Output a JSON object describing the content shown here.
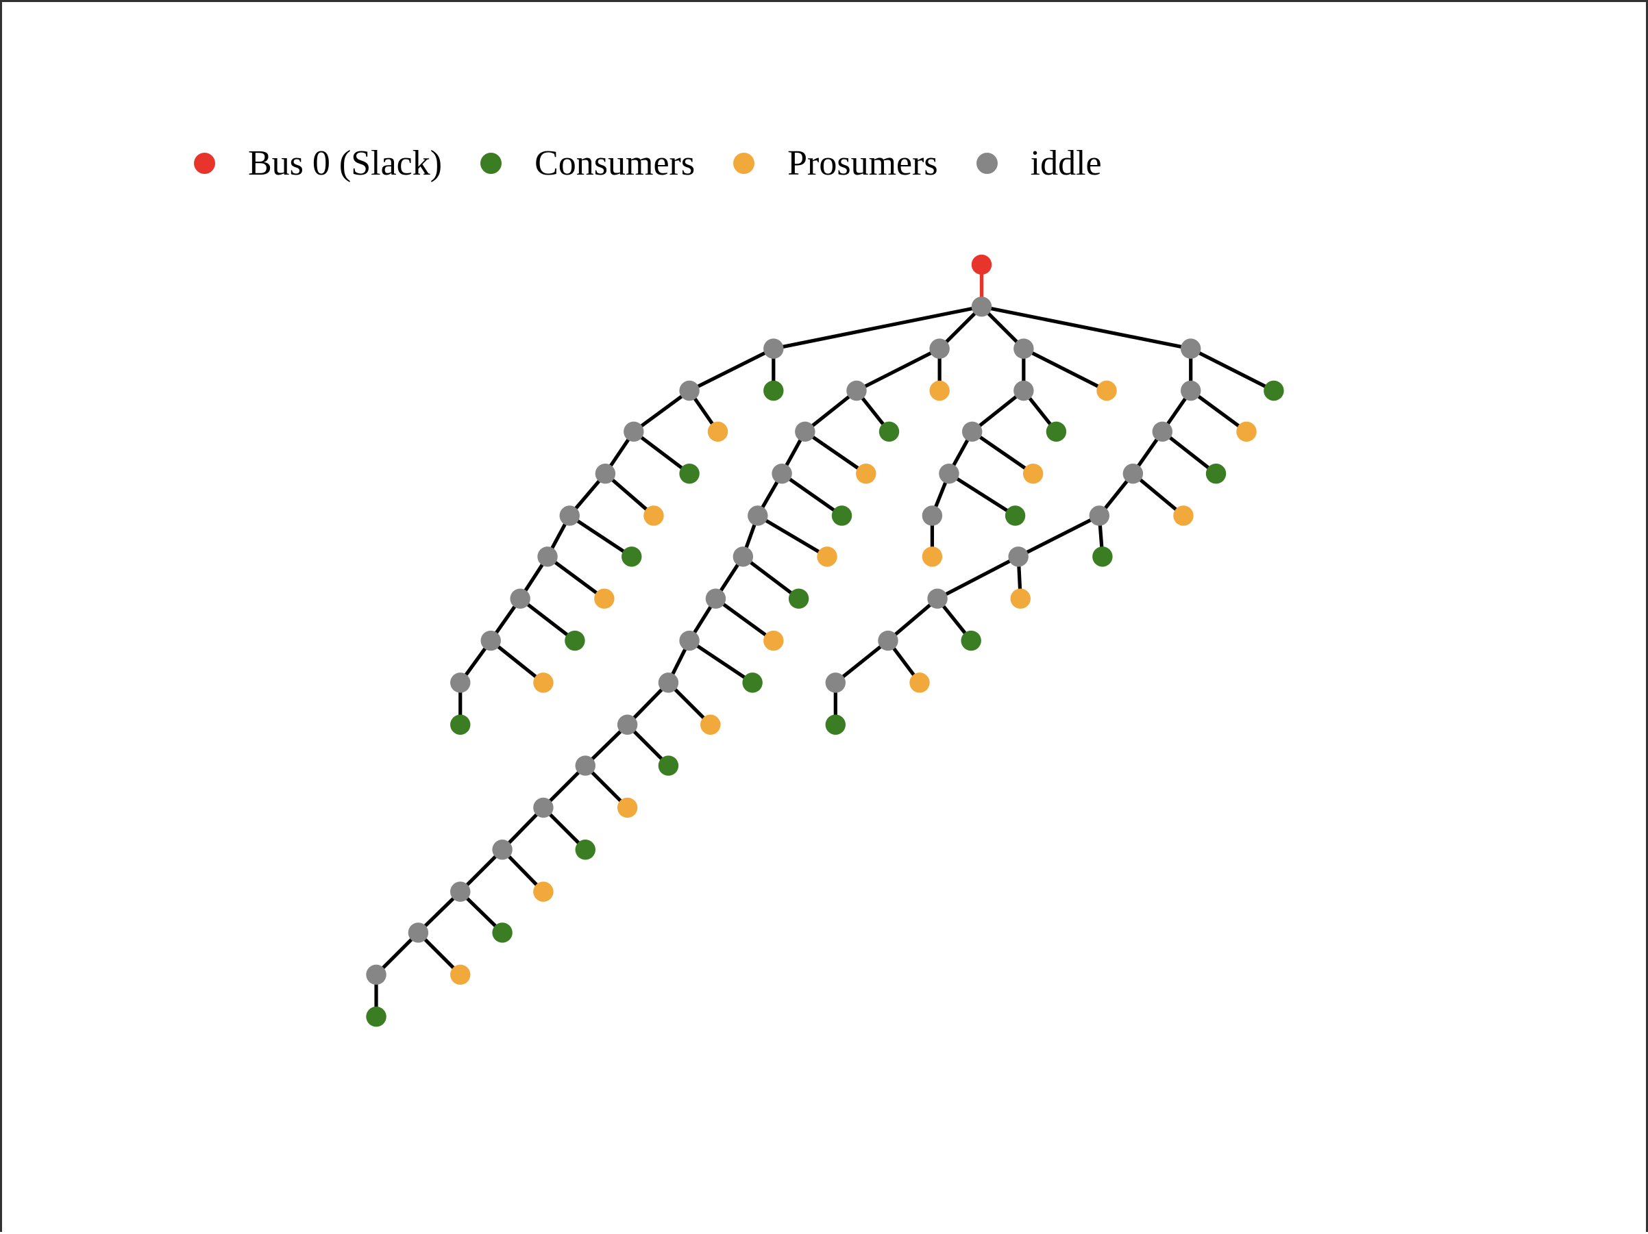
{
  "legend": {
    "slack": {
      "label": "Bus 0 (Slack)",
      "color": "#e8352b"
    },
    "consumers": {
      "label": "Consumers",
      "color": "#3a7d22"
    },
    "prosumers": {
      "label": "Prosumers",
      "color": "#f2a93b"
    },
    "idle": {
      "label": "iddle",
      "color": "#868686"
    }
  },
  "edge_color": "#000000",
  "slack_edge_color": "#e8352b"
}
